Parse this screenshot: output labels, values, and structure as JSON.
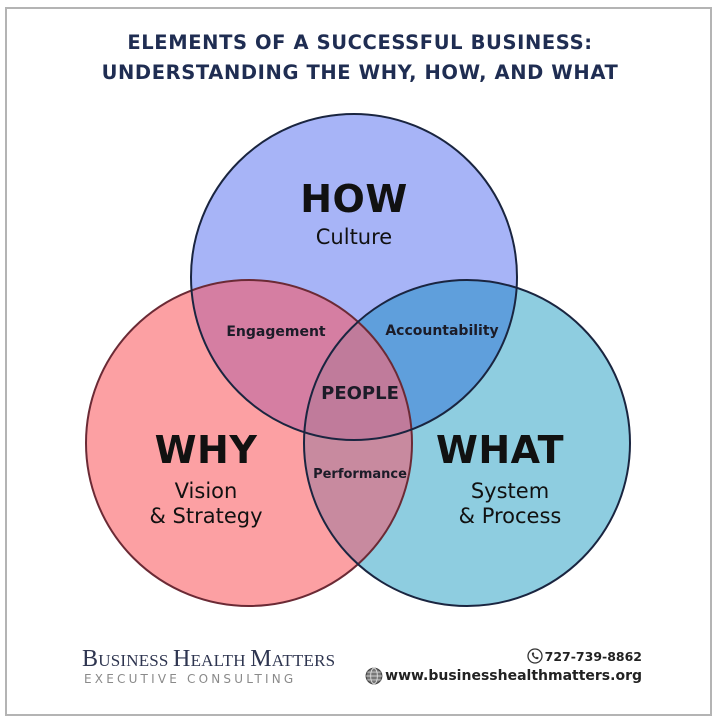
{
  "title": {
    "line1": "ELEMENTS OF A SUCCESSFUL BUSINESS:",
    "line2": "UNDERSTANDING THE WHY, HOW, AND WHAT"
  },
  "circles": [
    {
      "id": "how",
      "heading": "HOW",
      "subtitle": "Culture",
      "color": "#a7b4f7",
      "stroke": "#1a2540"
    },
    {
      "id": "why",
      "heading": "WHY",
      "subtitle_line1": "Vision",
      "subtitle_line2": "& Strategy",
      "color": "#fca0a3",
      "stroke": "#6b2a35"
    },
    {
      "id": "what",
      "heading": "WHAT",
      "subtitle_line1": "System",
      "subtitle_line2": "& Process",
      "color": "#8ecde0",
      "stroke": "#1a2540"
    }
  ],
  "intersections": {
    "how_why": {
      "label": "Engagement",
      "color": "#d57ea2"
    },
    "how_what": {
      "label": "Accountability",
      "color": "#5f9fdc"
    },
    "why_what": {
      "label": "Performance",
      "color": "#c88a9f"
    },
    "center": {
      "label": "PEOPLE",
      "color": "#c07b9b"
    }
  },
  "footer": {
    "brand_name": "Business Health Matters",
    "brand_parts": [
      "B",
      "USINESS ",
      "H",
      "EALTH ",
      "M",
      "ATTERS"
    ],
    "tagline": "EXECUTIVE CONSULTING",
    "phone_icon": "phone-icon",
    "phone": "727-739-8862",
    "web_icon": "globe-icon",
    "website": "www.businesshealthmatters.org"
  }
}
